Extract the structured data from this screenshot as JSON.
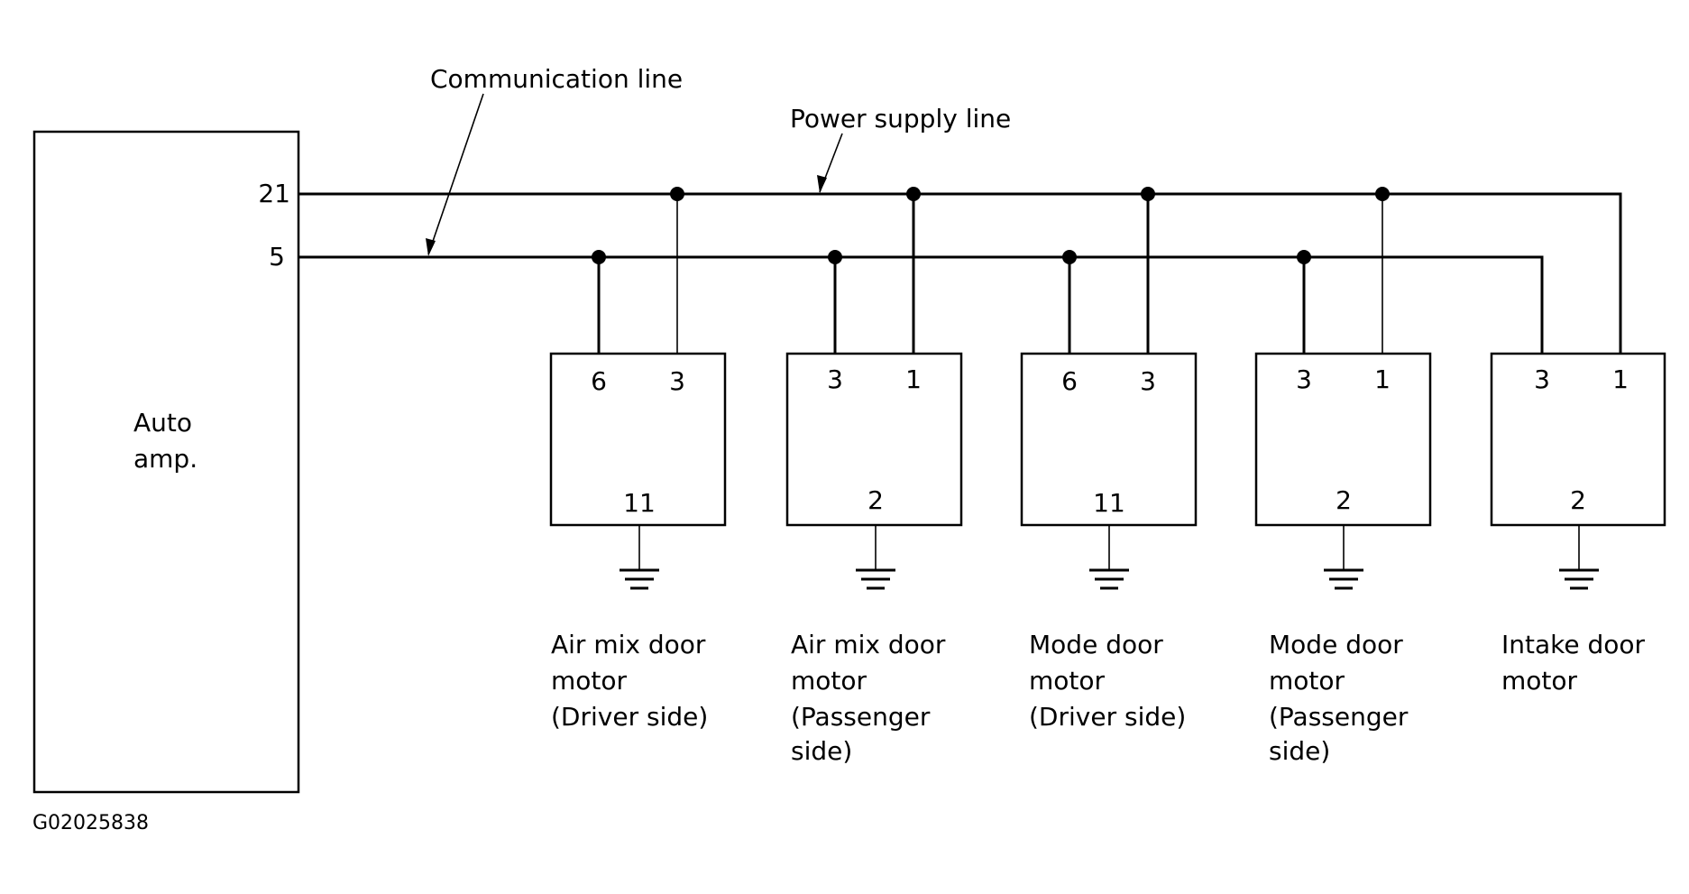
{
  "amp": {
    "name_line1": "Auto",
    "name_line2": "amp.",
    "pin_power": "21",
    "pin_comm": "5"
  },
  "callouts": {
    "communication": "Communication line",
    "power": "Power supply line"
  },
  "motors": [
    {
      "pin_comm": "6",
      "pin_power": "3",
      "pin_ground": "11",
      "label": [
        "Air mix door",
        "motor",
        "(Driver side)"
      ]
    },
    {
      "pin_comm": "3",
      "pin_power": "1",
      "pin_ground": "2",
      "label": [
        "Air mix door",
        "motor",
        "(Passenger",
        "side)"
      ]
    },
    {
      "pin_comm": "6",
      "pin_power": "3",
      "pin_ground": "11",
      "label": [
        "Mode door",
        "motor",
        "(Driver side)"
      ]
    },
    {
      "pin_comm": "3",
      "pin_power": "1",
      "pin_ground": "2",
      "label": [
        "Mode door",
        "motor",
        "(Passenger",
        "side)"
      ]
    },
    {
      "pin_comm": "3",
      "pin_power": "1",
      "pin_ground": "2",
      "label": [
        "Intake door",
        "motor"
      ]
    }
  ],
  "figure_code": "G02025838"
}
